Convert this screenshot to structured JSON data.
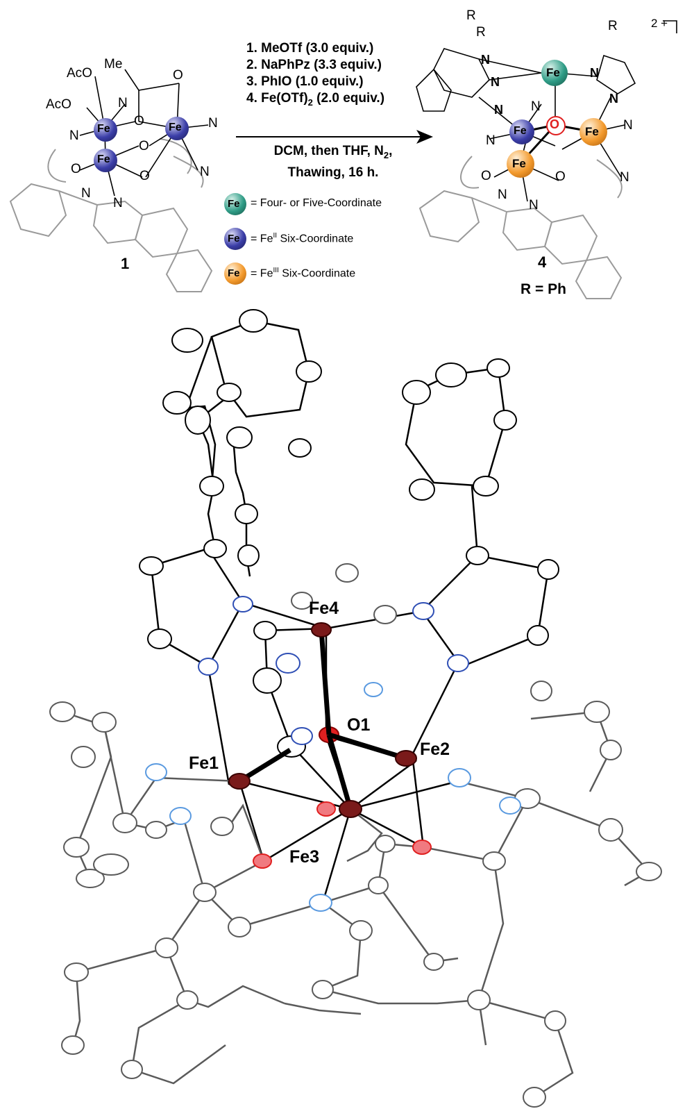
{
  "reaction": {
    "steps": [
      "1. MeOTf (3.0 equiv.)",
      "2. NaPhPz (3.3 equiv.)",
      "3. PhIO (1.0 equiv.)",
      "4. Fe(OTf)",
      "2",
      " (2.0 equiv.)"
    ],
    "conditions": [
      "DCM, then THF, N",
      "2",
      ",",
      "Thawing, 16 h."
    ]
  },
  "legend": {
    "items": [
      {
        "atom": "Fe",
        "text": "= Four- or Five-Coordinate",
        "color": "#2f9c86"
      },
      {
        "atom": "Fe",
        "text_pre": "= Fe",
        "sup": "II",
        "text_post": " Six-Coordinate",
        "color": "#3b3ea8"
      },
      {
        "atom": "Fe",
        "text_pre": "= Fe",
        "sup": "III",
        "text_post": " Six-Coordinate",
        "color": "#f39a2d"
      }
    ]
  },
  "compound1": {
    "label": "1",
    "atoms": {
      "fe": "Fe",
      "aco1": "AcO",
      "aco2": "AcO",
      "me": "Me",
      "o": "O",
      "n": "N"
    }
  },
  "compound4": {
    "label": "4",
    "r_def": "R = Ph",
    "charge": "2 +",
    "r": "R",
    "atoms": {
      "fe": "Fe",
      "o": "O",
      "n": "N"
    }
  },
  "crystal": {
    "labels": {
      "fe4": "Fe4",
      "o1": "O1",
      "fe1": "Fe1",
      "fe2": "Fe2",
      "fe3": "Fe3"
    }
  },
  "colors": {
    "fe_teal": "#2f9c86",
    "fe_blue": "#3b3ea8",
    "fe_orange": "#f39a2d",
    "fe_crystal": "#7a1a1a",
    "o_red": "#e02020",
    "o_pink": "#f07a80",
    "n_blue": "#2f4fb5",
    "n_light": "#5a9ae0",
    "gray": "#5a5a5a"
  }
}
